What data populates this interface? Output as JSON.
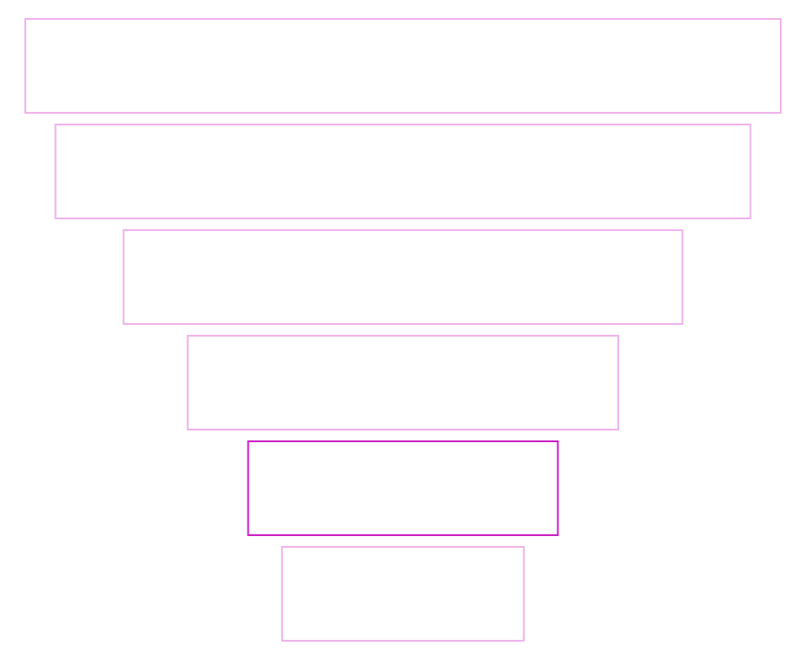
{
  "chart_data": {
    "type": "funnel",
    "title": "",
    "categories": [
      "",
      "",
      "",
      "",
      "",
      ""
    ],
    "values": [
      100,
      92,
      74,
      57,
      41,
      32
    ],
    "highlighted_index": 4,
    "legend": "none",
    "grid": false
  },
  "colors": {
    "stage_outline": "#f0b4ea",
    "stage_outline_highlight": "#cc22c4",
    "stage_fill": "#ffffff",
    "background": "#ffffff"
  }
}
